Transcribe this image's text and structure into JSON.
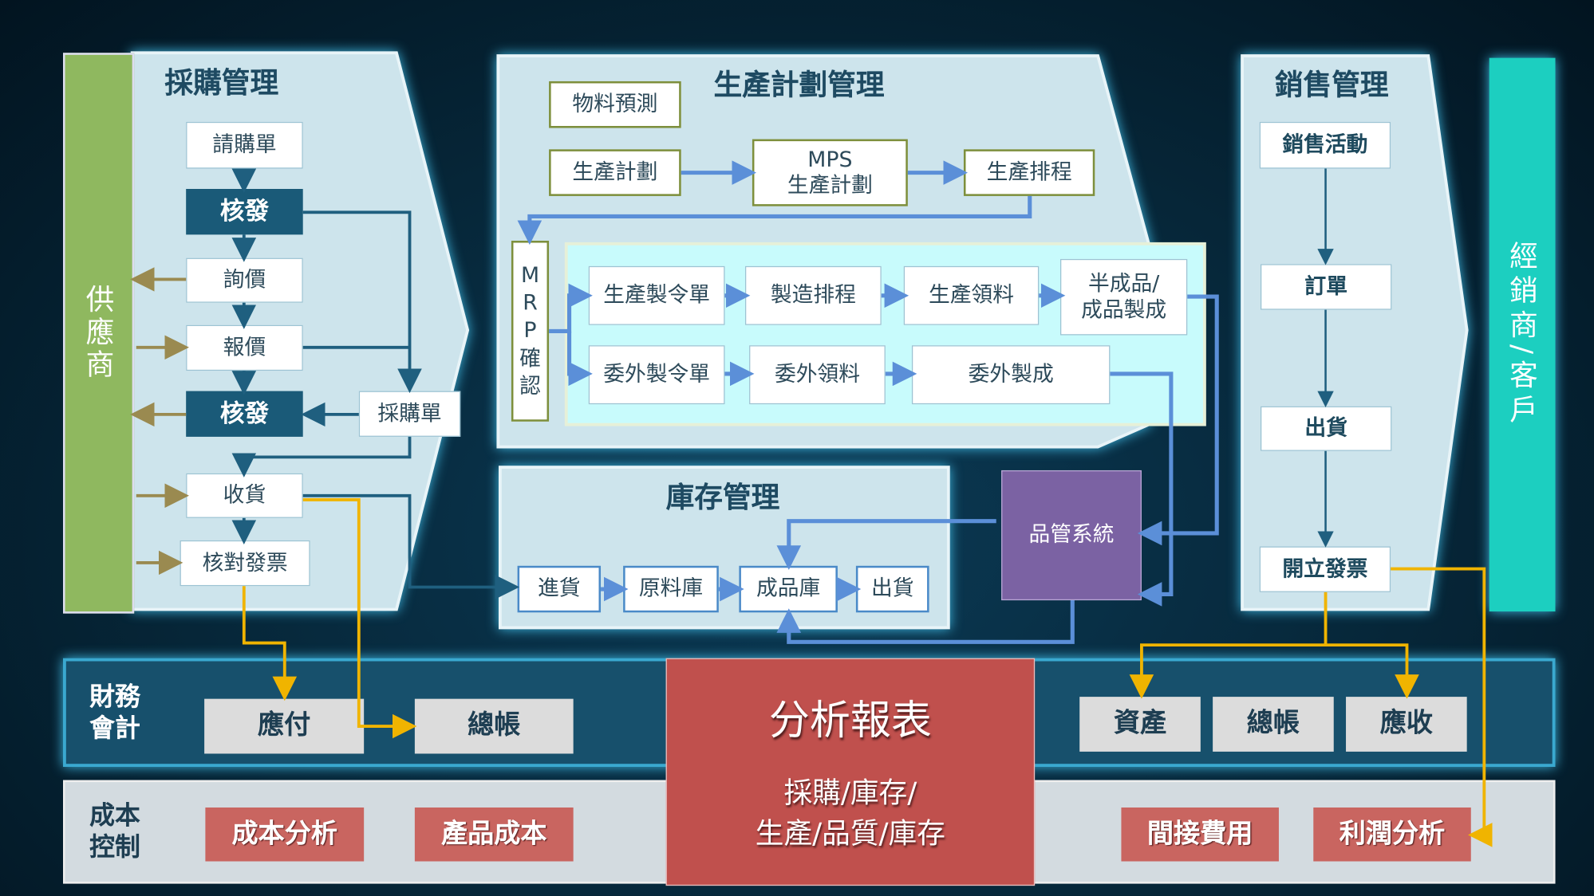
{
  "colors": {
    "supplier": "#8fb85f",
    "customer": "#1ccfc0",
    "panel": "#cde4ec",
    "dark_box": "#1a5a78",
    "quality": "#7b62a3",
    "finance": "#17506c",
    "analysis": "#c0504d",
    "gold_arrow": "#f0b400",
    "blue_arrow": "#5b8fd8"
  },
  "supplier": {
    "label": "供應商"
  },
  "customer": {
    "label": "經銷商/客戶"
  },
  "procurement": {
    "title": "採購管理",
    "requisition": "請購單",
    "approve1": "核發",
    "inquiry": "詢價",
    "quote": "報價",
    "approve2": "核發",
    "purchase_order": "採購單",
    "receiving": "收貨",
    "invoice_check": "核對發票"
  },
  "production": {
    "title": "生產計劃管理",
    "material_forecast": "物料預測",
    "production_plan": "生產計劃",
    "mps_line1": "MPS",
    "mps_line2": "生產計劃",
    "production_schedule": "生產排程",
    "mrp": [
      "M",
      "R",
      "P",
      "確",
      "認"
    ],
    "row1": [
      "生產製令單",
      "製造排程",
      "生產領料"
    ],
    "semi_line1": "半成品/",
    "semi_line2": "成品製成",
    "row2": [
      "委外製令單",
      "委外領料",
      "委外製成"
    ]
  },
  "inventory": {
    "title": "庫存管理",
    "items": [
      "進貨",
      "原料庫",
      "成品庫",
      "出貨"
    ]
  },
  "quality": {
    "label": "品管系統"
  },
  "sales": {
    "title": "銷售管理",
    "activity": "銷售活動",
    "order": "訂單",
    "shipment": "出貨",
    "invoice": "開立發票"
  },
  "finance": {
    "label_line1": "財務",
    "label_line2": "會計",
    "payable": "應付",
    "ledger_left": "總帳",
    "assets": "資產",
    "ledger_right": "總帳",
    "receivable": "應收"
  },
  "cost": {
    "label_line1": "成本",
    "label_line2": "控制",
    "cost_analysis": "成本分析",
    "product_cost": "產品成本",
    "overhead": "間接費用",
    "profit_analysis": "利潤分析"
  },
  "analysis": {
    "title": "分析報表",
    "sub_line1": "採購/庫存/",
    "sub_line2": "生產/品質/庫存"
  }
}
